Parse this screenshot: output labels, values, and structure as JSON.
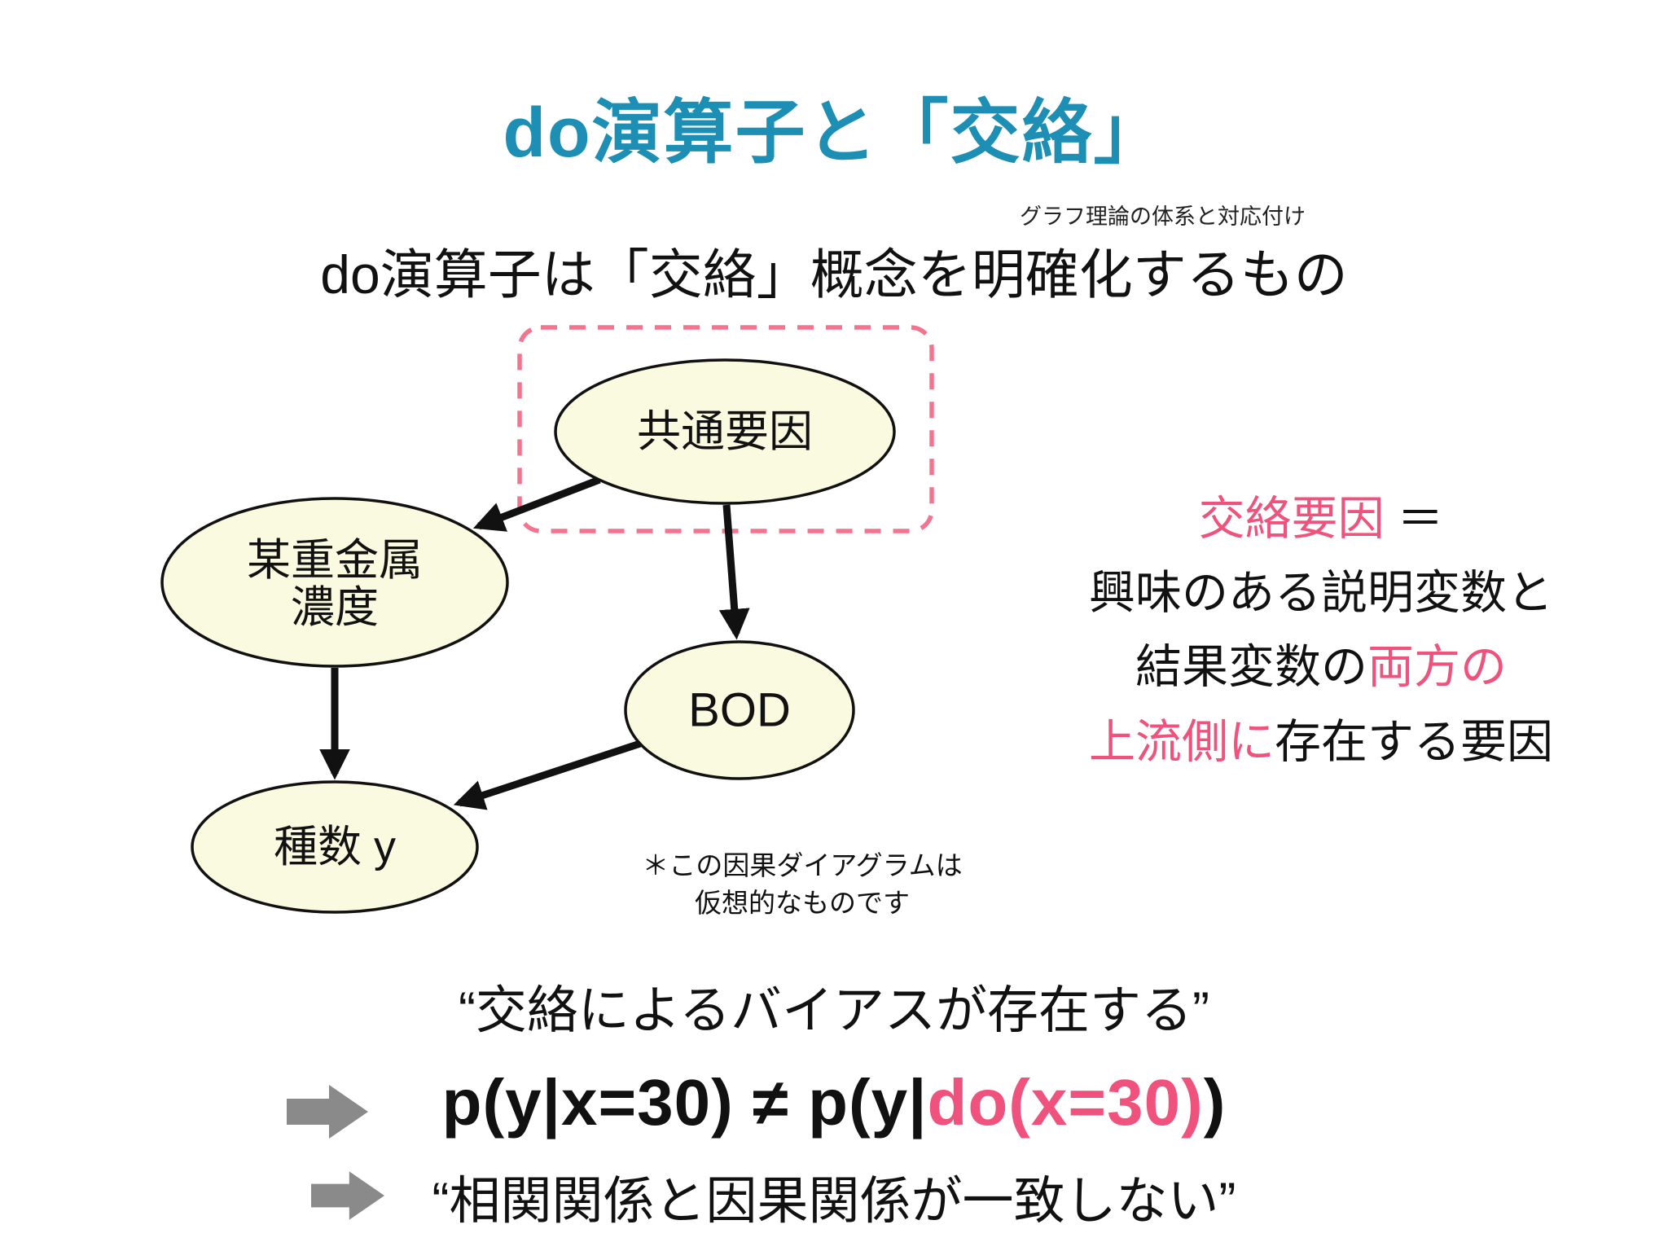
{
  "colors": {
    "title": "#1e8fb4",
    "pink": "#ef537d",
    "dash_pink": "#f3748f",
    "node_fill": "#fafae0",
    "node_stroke": "#111111",
    "arrow_gray": "#8a8a8a"
  },
  "header": {
    "title": "do演算子と「交絡」",
    "annotation": "グラフ理論の体系と対応付け",
    "subtitle": "do演算子は「交絡」概念を明確化するもの"
  },
  "diagram": {
    "node_common": "共通要因",
    "node_metal_1": "某重金属",
    "node_metal_2": "濃度",
    "node_bod": "BOD",
    "node_species": "種数 y",
    "note_1": "＊この因果ダイアグラムは",
    "note_2": "仮想的なものです"
  },
  "confounder": {
    "l1_pink": "交絡要因",
    "l1_rest": " ＝",
    "l2": "興味のある説明変数と",
    "l3_black": "結果変数の",
    "l3_pink": "両方の",
    "l4_pink": "上流側に",
    "l4_black": "存在する要因"
  },
  "bottom": {
    "quote_bias": "“交絡によるバイアスが存在する”",
    "formula_left": "p(y|x=30) ≠ p(y|",
    "formula_pink": "do(x=30)",
    "formula_right": ")",
    "quote_correlation": "“相関関係と因果関係が一致しない”"
  }
}
